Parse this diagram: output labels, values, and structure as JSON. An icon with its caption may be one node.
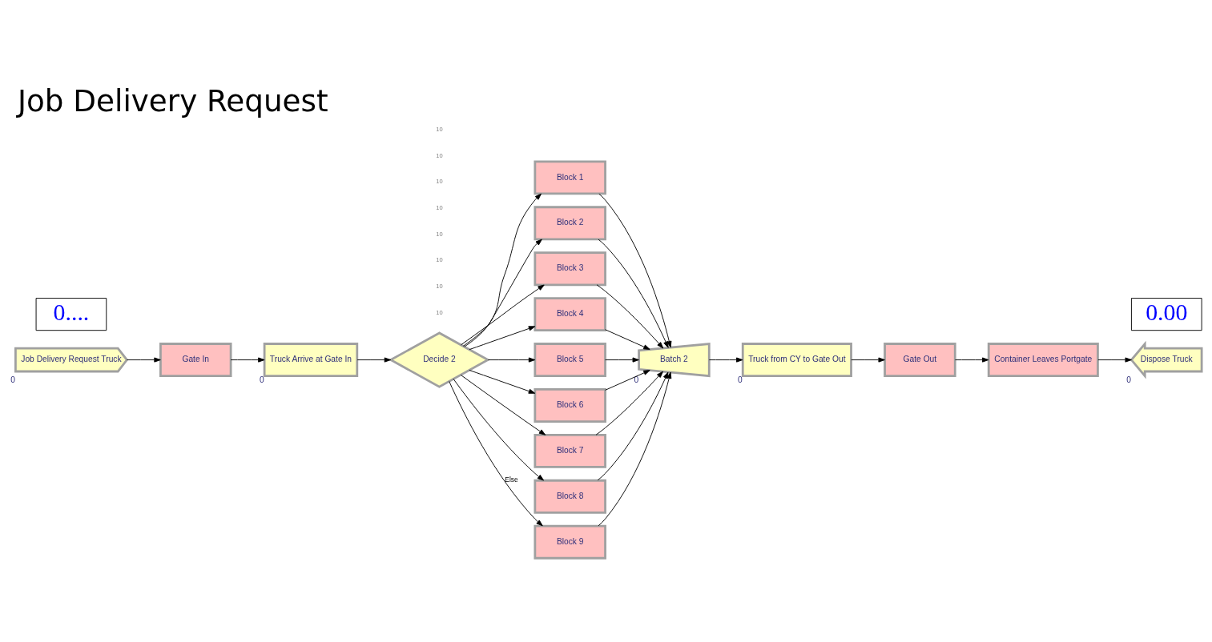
{
  "diagram": {
    "title": "Job Delivery Request",
    "nodes": [
      {
        "text": [
          "Job Delivery Request Truck"
        ],
        "beside": [
          "0"
        ]
      },
      {
        "text": [
          "Gate In"
        ]
      },
      {
        "text": [
          "Truck Arrive at Gate In"
        ],
        "beside": [
          "0"
        ]
      },
      {
        "text": [
          "Decide 2"
        ]
      },
      {
        "text": [
          "Block 1"
        ]
      },
      {
        "text": [
          "Block 2"
        ]
      },
      {
        "text": [
          "Block 3"
        ]
      },
      {
        "text": [
          "Block 4"
        ]
      },
      {
        "text": [
          "Block 5"
        ]
      },
      {
        "text": [
          "Block 6"
        ]
      },
      {
        "text": [
          "Block 7"
        ]
      },
      {
        "text": [
          "Block 8"
        ]
      },
      {
        "text": [
          "Block 9"
        ]
      },
      {
        "text": [
          "Batch 2"
        ],
        "beside": [
          "0"
        ]
      },
      {
        "text": [
          "Truck from CY to Gate Out"
        ],
        "beside": [
          "0"
        ]
      },
      {
        "text": [
          "Gate Out"
        ]
      },
      {
        "text": [
          "Container Leaves Portgate"
        ]
      },
      {
        "text": [
          "Dispose Truck"
        ],
        "beside": [
          "0"
        ]
      },
      {
        "text": [
          "0...."
        ]
      },
      {
        "text": [
          "0.00"
        ]
      }
    ],
    "edges": [
      {
        "from": 0,
        "to": 1,
        "arrow": "to"
      },
      {
        "from": 1,
        "to": 2,
        "arrow": "to"
      },
      {
        "from": 2,
        "to": 3,
        "arrow": "to"
      },
      {
        "from": 3,
        "to": 4,
        "arrow": "to"
      },
      {
        "from": 3,
        "to": 5,
        "arrow": "to"
      },
      {
        "from": 3,
        "to": 6,
        "arrow": "to"
      },
      {
        "from": 3,
        "to": 7,
        "arrow": "to"
      },
      {
        "from": 3,
        "to": 8,
        "arrow": "to"
      },
      {
        "from": 3,
        "to": 9,
        "arrow": "to"
      },
      {
        "from": 3,
        "to": 10,
        "arrow": "to"
      },
      {
        "from": 3,
        "to": 11,
        "arrow": "to"
      },
      {
        "from": 3,
        "to": 12,
        "arrow": "to",
        "label": "Else"
      },
      {
        "from": 4,
        "to": 13,
        "arrow": "to"
      },
      {
        "from": 5,
        "to": 13,
        "arrow": "to"
      },
      {
        "from": 6,
        "to": 13,
        "arrow": "to"
      },
      {
        "from": 7,
        "to": 13,
        "arrow": "to"
      },
      {
        "from": 8,
        "to": 13,
        "arrow": "to"
      },
      {
        "from": 9,
        "to": 13,
        "arrow": "to"
      },
      {
        "from": 10,
        "to": 13,
        "arrow": "to"
      },
      {
        "from": 11,
        "to": 13,
        "arrow": "to"
      },
      {
        "from": 12,
        "to": 13,
        "arrow": "to"
      },
      {
        "from": 13,
        "to": 14,
        "arrow": "to"
      },
      {
        "from": 14,
        "to": 15,
        "arrow": "to"
      },
      {
        "from": 15,
        "to": 16,
        "arrow": "to"
      },
      {
        "from": 16,
        "to": 17,
        "arrow": "to"
      }
    ],
    "labels": [
      "10",
      "10",
      "10",
      "10",
      "10",
      "10",
      "10",
      "10"
    ]
  }
}
